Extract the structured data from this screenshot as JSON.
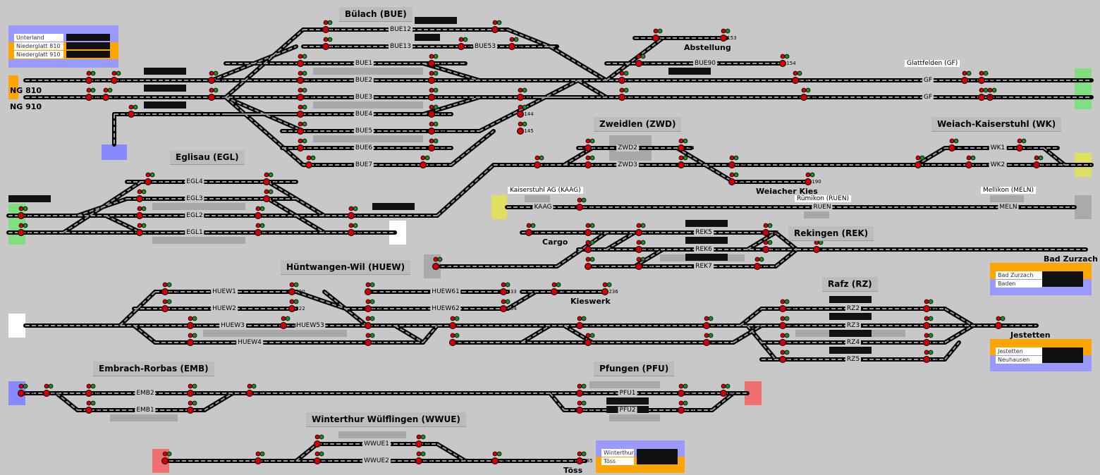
{
  "stations": [
    {
      "id": "bue",
      "label": "Bülach (BUE)"
    },
    {
      "id": "egl",
      "label": "Eglisau (EGL)"
    },
    {
      "id": "zwd",
      "label": "Zweidlen (ZWD)"
    },
    {
      "id": "wk",
      "label": "Weiach-Kaiserstuhl (WK)"
    },
    {
      "id": "rek",
      "label": "Rekingen (REK)"
    },
    {
      "id": "huew",
      "label": "Hüntwangen-Wil (HUEW)"
    },
    {
      "id": "rz",
      "label": "Rafz (RZ)"
    },
    {
      "id": "emb",
      "label": "Embrach-Rorbas (EMB)"
    },
    {
      "id": "pfu",
      "label": "Pfungen (PFU)"
    },
    {
      "id": "wwue",
      "label": "Winterthur Wülflingen (WWUE)"
    }
  ],
  "small_labels": {
    "glattfelden": "Glattfelden (GF)",
    "kaag": "Kaiserstuhl AG (KAAG)",
    "ruen": "Rümikon (RUEN)",
    "meln": "Mellikon (MELN)"
  },
  "external_names": {
    "ng810": "NG 810",
    "ng910": "NG 910",
    "abstellung": "Abstellung",
    "weiacher_kies": "Weiacher Kies",
    "cargo": "Cargo",
    "bad_zurzach": "Bad Zurzach",
    "kieswerk": "Kieswerk",
    "jestetten": "Jestetten",
    "toess": "Töss"
  },
  "panels": {
    "unterland": {
      "rows": [
        "Unterland",
        "Niederglatt 810",
        "Niederglatt 910"
      ]
    },
    "bad_zurzach": {
      "rows": [
        "Bad Zurzach",
        "Baden"
      ]
    },
    "jestetten": {
      "rows": [
        "Jestetten",
        "Neuhausen"
      ]
    },
    "winterthur": {
      "rows": [
        "Winterthur",
        "Töss"
      ]
    }
  },
  "track_names": {
    "BUE12": "BUE12",
    "BUE13": "BUE13",
    "BUE53": "BUE53",
    "BUE1": "BUE1",
    "BUE2": "BUE2",
    "BUE3": "BUE3",
    "BUE4": "BUE4",
    "BUE5": "BUE5",
    "BUE6": "BUE6",
    "BUE7": "BUE7",
    "BUE90": "BUE90",
    "GF1": "GF",
    "GF2": "GF",
    "EGL4": "EGL4",
    "EGL3": "EGL3",
    "EGL2": "EGL2",
    "EGL1": "EGL1",
    "ZWD2": "ZWD2",
    "ZWD3": "ZWD3",
    "WK1": "WK1",
    "WK2": "WK2",
    "KAAG": "KAAG",
    "RUEN": "RUEN",
    "MELN": "MELN",
    "REK5": "REK5",
    "REK6": "REK6",
    "REK7": "REK7",
    "HUEW1": "HUEW1",
    "HUEW2": "HUEW2",
    "HUEW3": "HUEW3",
    "HUEW53": "HUEW53",
    "HUEW4": "HUEW4",
    "HUEW61": "HUEW61",
    "HUEW62": "HUEW62",
    "RZ2": "RZ2",
    "RZ3": "RZ3",
    "RZ4": "RZ4",
    "RZ5": "RZ5",
    "EMB2": "EMB2",
    "EMB1": "EMB1",
    "PFU1": "PFU1",
    "PFU2": "PFU2",
    "WWUE1": "WWUE1",
    "WWUE2": "WWUE2"
  },
  "signal_numbers": [
    "101",
    "102",
    "103",
    "107",
    "108",
    "109",
    "113",
    "114",
    "117",
    "118",
    "121",
    "122",
    "123",
    "126",
    "127",
    "133",
    "134",
    "135",
    "136",
    "137",
    "140",
    "141",
    "142",
    "144",
    "145",
    "146",
    "150",
    "151",
    "152",
    "153",
    "154",
    "155",
    "156",
    "158",
    "159",
    "160",
    "161",
    "163",
    "164",
    "167",
    "169",
    "170",
    "171",
    "172",
    "173",
    "174",
    "175",
    "176",
    "177",
    "178",
    "180",
    "181",
    "182",
    "183",
    "184",
    "185",
    "186",
    "187",
    "188",
    "189",
    "190",
    "191",
    "193",
    "196",
    "197",
    "199",
    "201",
    "202",
    "203",
    "205",
    "206",
    "207",
    "208",
    "209",
    "210",
    "213",
    "214",
    "215",
    "218",
    "219",
    "220",
    "221",
    "222",
    "223",
    "225",
    "226",
    "227",
    "228",
    "229",
    "232",
    "233",
    "234",
    "235",
    "236",
    "237",
    "238",
    "239",
    "240",
    "241",
    "242",
    "243",
    "245",
    "248",
    "250",
    "252",
    "255",
    "256",
    "257",
    "258",
    "259",
    "262",
    "263",
    "264",
    "265",
    "266",
    "267",
    "268",
    "270",
    "271",
    "272",
    "273",
    "276",
    "277",
    "278",
    "281",
    "282",
    "283",
    "284",
    "285",
    "286",
    "287",
    "288",
    "289",
    "290",
    "291",
    "293",
    "295",
    "297",
    "298",
    "299",
    "300",
    "301",
    "302",
    "303",
    "304",
    "305",
    "306",
    "307",
    "310",
    "311",
    "312",
    "313",
    "314",
    "315",
    "316",
    "317",
    "318",
    "319",
    "320",
    "321",
    "322",
    "323",
    "325",
    "326",
    "328",
    "329"
  ],
  "colors": {
    "background": "#c8c8c8",
    "track": "#000000",
    "track_fill": "#ffffff",
    "signal_red": "#d00000",
    "signal_green": "#1a8a1a",
    "panel_blue": "#9999ff",
    "panel_orange": "#ffa500",
    "exit_green": "#80e080",
    "exit_yellow": "#e0e060",
    "exit_blue": "#8888ff",
    "exit_red": "#f07070",
    "exit_grey": "#aaaaaa",
    "exit_white": "#ffffff"
  }
}
